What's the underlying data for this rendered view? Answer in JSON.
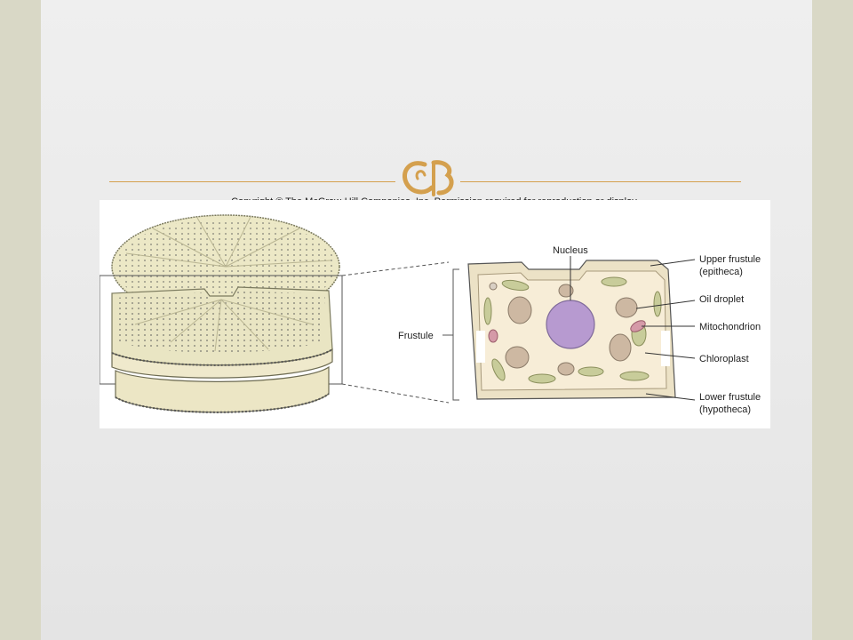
{
  "copyright": "Copyright © The McGraw-Hill Companies, Inc. Permission required for reproduction or display.",
  "labels": {
    "nucleus": "Nucleus",
    "upper_frustule_1": "Upper frustule",
    "upper_frustule_2": "(epitheca)",
    "oil_droplet": "Oil droplet",
    "mitochondrion": "Mitochondrion",
    "chloroplast": "Chloroplast",
    "lower_frustule_1": "Lower frustule",
    "lower_frustule_2": "(hypotheca)",
    "frustule": "Frustule"
  },
  "colors": {
    "accent": "#d4a04e",
    "shell": "#ece8c6",
    "cytoplasm": "#f7edd7",
    "nucleus": "#b79ad0",
    "chloroplast": "#c8cc9a",
    "oil": "#cdb8a2"
  }
}
